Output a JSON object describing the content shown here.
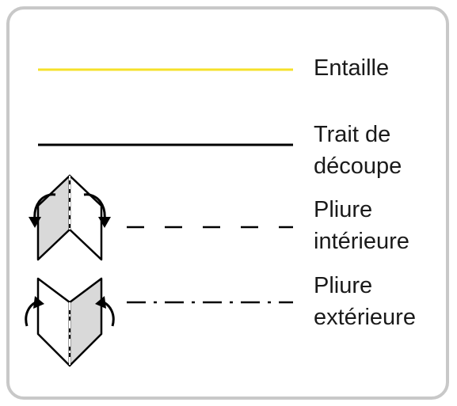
{
  "legend": {
    "items": [
      {
        "id": "entaille",
        "lines": [
          "Entaille"
        ],
        "line_style": "solid",
        "line_color": "#f5e02a"
      },
      {
        "id": "trait-de-decoupe",
        "lines": [
          "Trait de",
          "découpe"
        ],
        "line_style": "solid",
        "line_color": "#000000"
      },
      {
        "id": "pliure-interieure",
        "lines": [
          "Pliure",
          "intérieure"
        ],
        "line_style": "dashed",
        "line_color": "#000000",
        "icon": "inward-fold-icon"
      },
      {
        "id": "pliure-exterieure",
        "lines": [
          "Pliure",
          "extérieure"
        ],
        "line_style": "dash-dot",
        "line_color": "#000000",
        "icon": "outward-fold-icon"
      }
    ],
    "panel_fill": "#d9d9d9",
    "border_color": "#c8c8c8"
  }
}
